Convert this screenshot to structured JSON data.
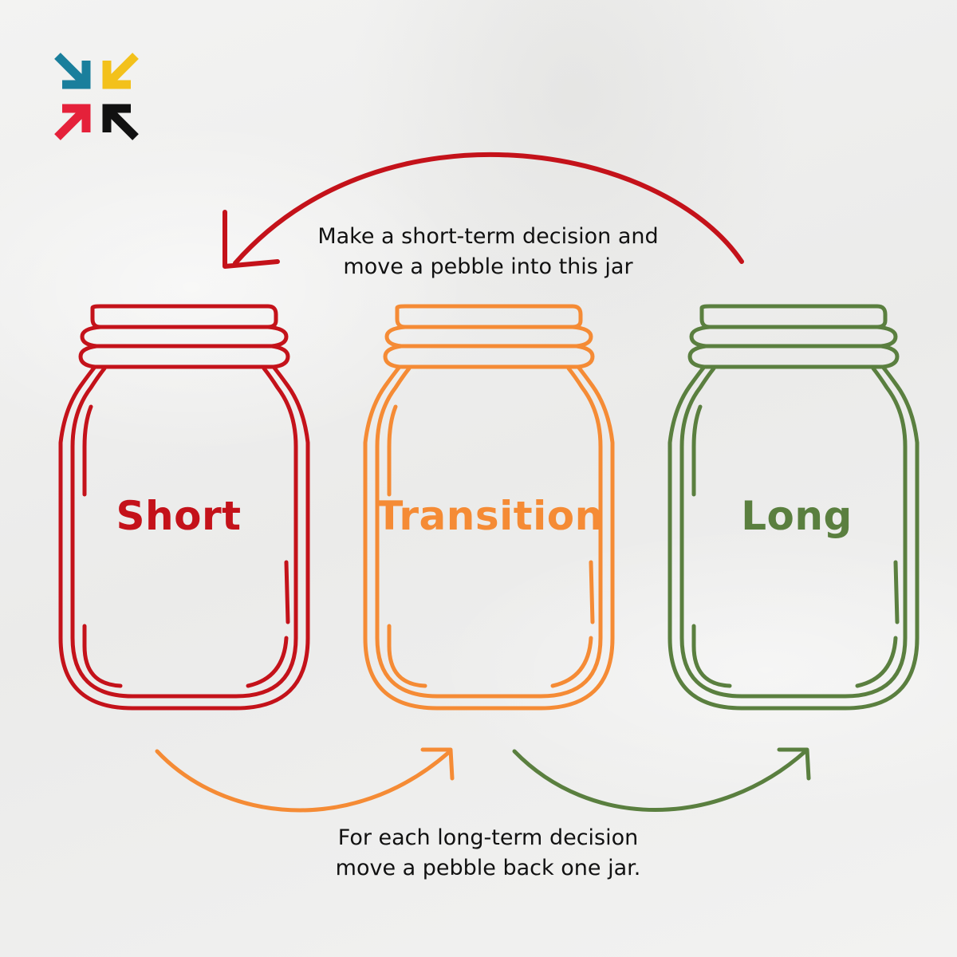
{
  "colors": {
    "short": "#c4121a",
    "transition": "#f58b35",
    "long": "#5a7f3f",
    "logo_teal": "#1a7f9c",
    "logo_yellow": "#f3c11b",
    "logo_red": "#e5213a",
    "logo_black": "#111111"
  },
  "logo": {
    "icon": "compass-arrows-logo"
  },
  "jars": [
    {
      "label": "Short",
      "color_key": "short"
    },
    {
      "label": "Transition",
      "color_key": "transition"
    },
    {
      "label": "Long",
      "color_key": "long"
    }
  ],
  "top_caption": {
    "line1": "Make a short-term decision and",
    "line2": "move a pebble into this jar"
  },
  "bottom_caption": {
    "line1": "For each long-term decision",
    "line2": "move a pebble back one jar."
  }
}
